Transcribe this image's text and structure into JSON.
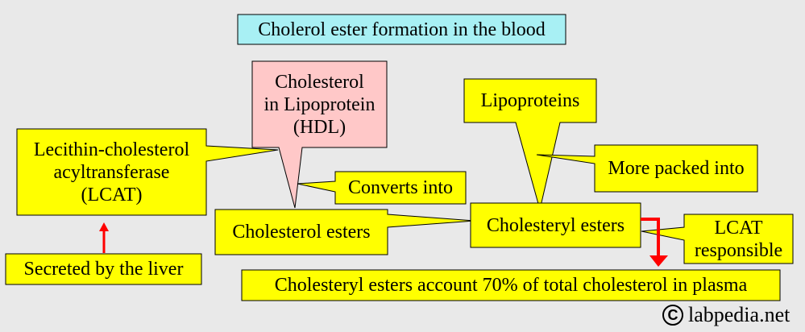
{
  "title": "Cholerol ester formation in the blood",
  "labels": {
    "cholesterol_hdl": "Cholesterol\nin Lipoprotein\n(HDL)",
    "lcat": "Lecithin-cholesterol\nacyltransferase\n(LCAT)",
    "lipoproteins": "Lipoproteins",
    "converts_into": "Converts into",
    "more_packed_into": "More packed into",
    "cholesterol_esters": "Cholesterol esters",
    "cholesteryl_esters": "Cholesteryl esters",
    "lcat_responsible": "LCAT\nresponsible",
    "secreted_by_liver": "Secreted by the liver",
    "account_note": "Cholesteryl esters account 70% of total cholesterol in plasma"
  },
  "watermark": {
    "symbol": "C",
    "text": "labpedia.net"
  },
  "colors": {
    "background": "#e9e9e9",
    "callout_fill": "#ffff00",
    "hdl_fill": "#ffc8c8",
    "title_fill": "#a8f0f4",
    "arrow": "#ff0000"
  }
}
